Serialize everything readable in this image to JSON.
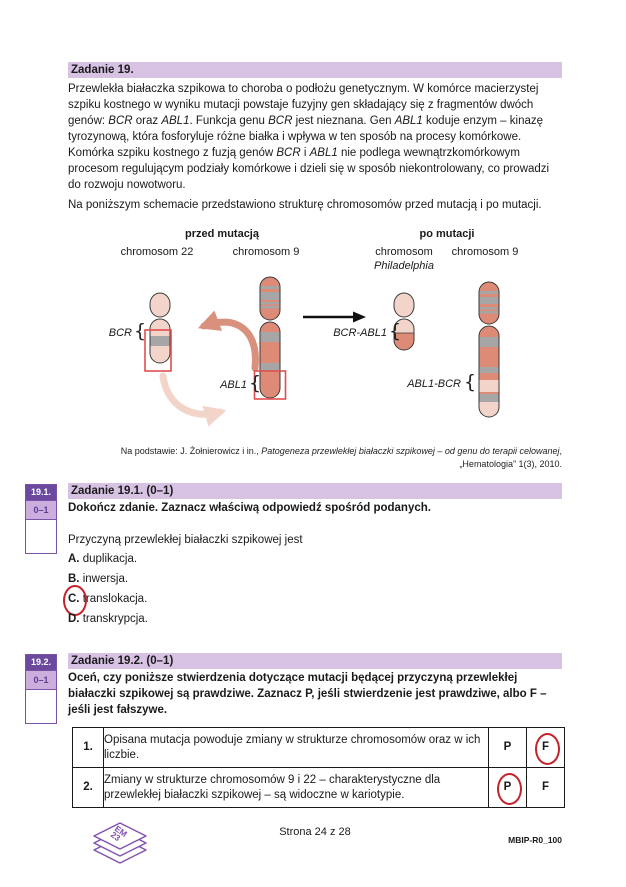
{
  "colors": {
    "header_bg": "#d8c2e4",
    "side_dark_purple": "#6b4a9e",
    "side_light_purple": "#cbaede",
    "side_border": "#7a52a8",
    "chromosome_salmon": "#dd8a76",
    "chromosome_light_pink": "#f3d4ca",
    "band_gray": "#a6a6a6",
    "region_box_red": "#e04f4f",
    "answer_circle_red": "#c5232b",
    "logo_purple": "#8050b0"
  },
  "task19": {
    "header": "Zadanie 19.",
    "paragraph": [
      {
        "t": "Przewlekła białaczka szpikowa to choroba o podłożu genetycznym. W komórce macierzystej szpiku kostnego w wyniku mutacji powstaje fuzyjny gen składający się z fragmentów dwóch genów: "
      },
      {
        "t": "BCR",
        "i": true
      },
      {
        "t": " oraz "
      },
      {
        "t": "ABL1",
        "i": true
      },
      {
        "t": ". Funkcja genu "
      },
      {
        "t": "BCR",
        "i": true
      },
      {
        "t": " jest nieznana. Gen "
      },
      {
        "t": "ABL1",
        "i": true
      },
      {
        "t": " koduje enzym – kinazę tyrozynową, która fosforyluje różne białka i wpływa w ten sposób na procesy komórkowe. Komórka szpiku kostnego z fuzją genów "
      },
      {
        "t": "BCR",
        "i": true
      },
      {
        "t": " i "
      },
      {
        "t": "ABL1",
        "i": true
      },
      {
        "t": " nie podlega wewnątrzkomórkowym procesom regulującym podziały komórkowe i dzieli się w sposób niekontrolowany, co prowadzi do rozwoju nowotworu."
      }
    ],
    "schema_intro": "Na poniższym schemacie przedstawiono strukturę chromosomów przed mutacją i po mutacji.",
    "diagram": {
      "before_title": "przed mutacją",
      "after_title": "po mutacji",
      "chr22_label": "chromosom 22",
      "chr9_before_label": "chromosom 9",
      "chr_phil_label_line1": "chromosom",
      "chr_phil_label_line2": "Philadelphia",
      "chr9_after_label": "chromosom 9",
      "gene_bcr": "BCR",
      "gene_abl1": "ABL1",
      "gene_bcr_abl1": "BCR-ABL1",
      "gene_abl1_bcr": "ABL1-BCR",
      "brace": "{"
    },
    "source_line1": [
      {
        "t": "Na podstawie: J. Żołnierowicz i in., "
      },
      {
        "t": "Patogeneza przewlekłej białaczki szpikowej – od genu do terapii celowanej",
        "i": true
      },
      {
        "t": ","
      }
    ],
    "source_line2": "„Hematologia” 1(3), 2010."
  },
  "task19_1": {
    "side": {
      "label": "19.1.",
      "points": "0–1"
    },
    "header": "Zadanie 19.1. (0–1)",
    "instruction": "Dokończ zdanie. Zaznacz właściwą odpowiedź spośród podanych.",
    "stem": "Przyczyną przewlekłej białaczki szpikowej jest",
    "options": [
      {
        "key": "A",
        "letter": "A.",
        "text": "duplikacja.",
        "circled": false
      },
      {
        "key": "B",
        "letter": "B.",
        "text": "inwersja.",
        "circled": false
      },
      {
        "key": "C",
        "letter": "C.",
        "text": "translokacja.",
        "circled": true
      },
      {
        "key": "D",
        "letter": "D.",
        "text": "transkrypcja.",
        "circled": false
      }
    ]
  },
  "task19_2": {
    "side": {
      "label": "19.2.",
      "points": "0–1"
    },
    "header": "Zadanie 19.2. (0–1)",
    "instruction": "Oceń, czy poniższe stwierdzenia dotyczące mutacji będącej przyczyną przewlekłej białaczki szpikowej są prawdziwe. Zaznacz P, jeśli stwierdzenie jest prawdziwe, albo F – jeśli jest fałszywe.",
    "table": {
      "rows": [
        {
          "num": "1.",
          "statement": "Opisana mutacja powoduje zmiany w strukturze chromosomów oraz w ich liczbie.",
          "p": "P",
          "f": "F",
          "circled": "F"
        },
        {
          "num": "2.",
          "statement": "Zmiany w strukturze chromosomów 9 i 22 – charakterystyczne dla przewlekłej białaczki szpikowej – są widoczne w kariotypie.",
          "p": "P",
          "f": "F",
          "circled": "P"
        }
      ]
    }
  },
  "footer": {
    "page_number": "Strona 24 z 28",
    "code": "MBIP-R0_100",
    "logo_text_line1": "EM",
    "logo_text_line2": "23"
  }
}
